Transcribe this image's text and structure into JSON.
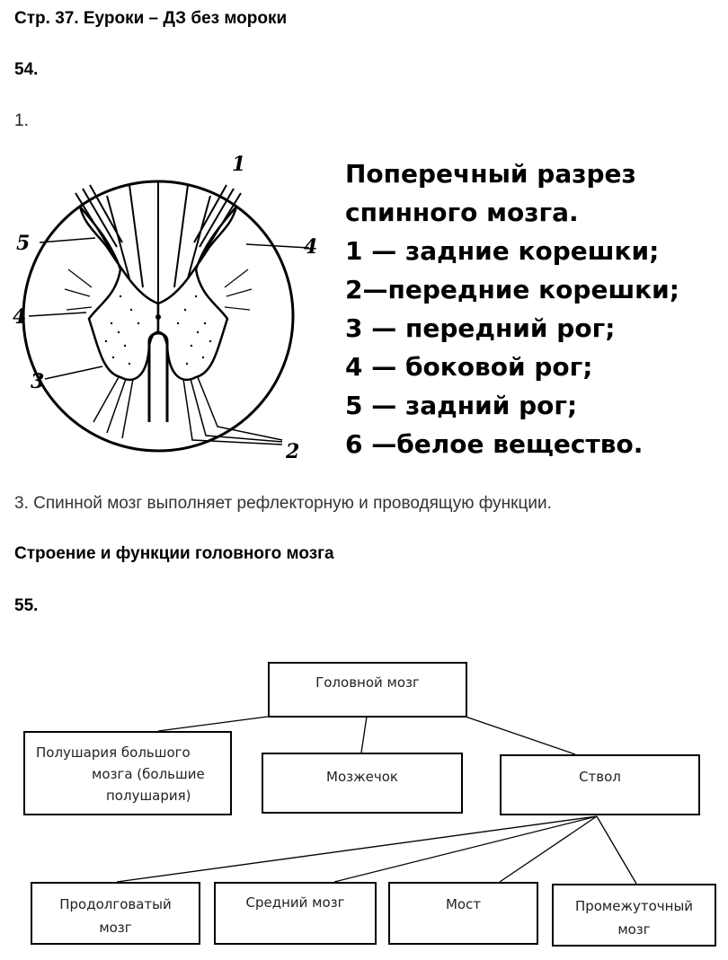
{
  "header": {
    "title": "Стр. 37. Еуроки – ДЗ без мороки"
  },
  "task54": {
    "number": "54.",
    "item1": "1.",
    "diagram_labels": [
      "1",
      "2",
      "3",
      "4",
      "5",
      "4"
    ],
    "legend": {
      "title_line1": "Поперечный разрез",
      "title_line2": "спинного  мозга.",
      "items": [
        "1 — задние корешки;",
        "2—передние корешки;",
        "3 — передний рог;",
        "4 — боковой  рог;",
        "5 — задний  рог;",
        "6 —белое  вещество."
      ]
    },
    "item3": "3. Спинной мозг выполняет рефлекторную и проводящую функции."
  },
  "section": {
    "title": "Строение и функции головного мозга"
  },
  "task55": {
    "number": "55.",
    "tree": {
      "root": "Головной мозг",
      "hemispheres": [
        "Полушария большого",
        "мозга (большие",
        "полушария)"
      ],
      "cerebellum": "Мозжечок",
      "stem": "Ствол",
      "medulla": [
        "Продолговатый",
        "мозг"
      ],
      "midbrain": "Средний мозг",
      "pons": "Мост",
      "diencephalon": [
        "Промежуточный",
        "мозг"
      ]
    }
  }
}
